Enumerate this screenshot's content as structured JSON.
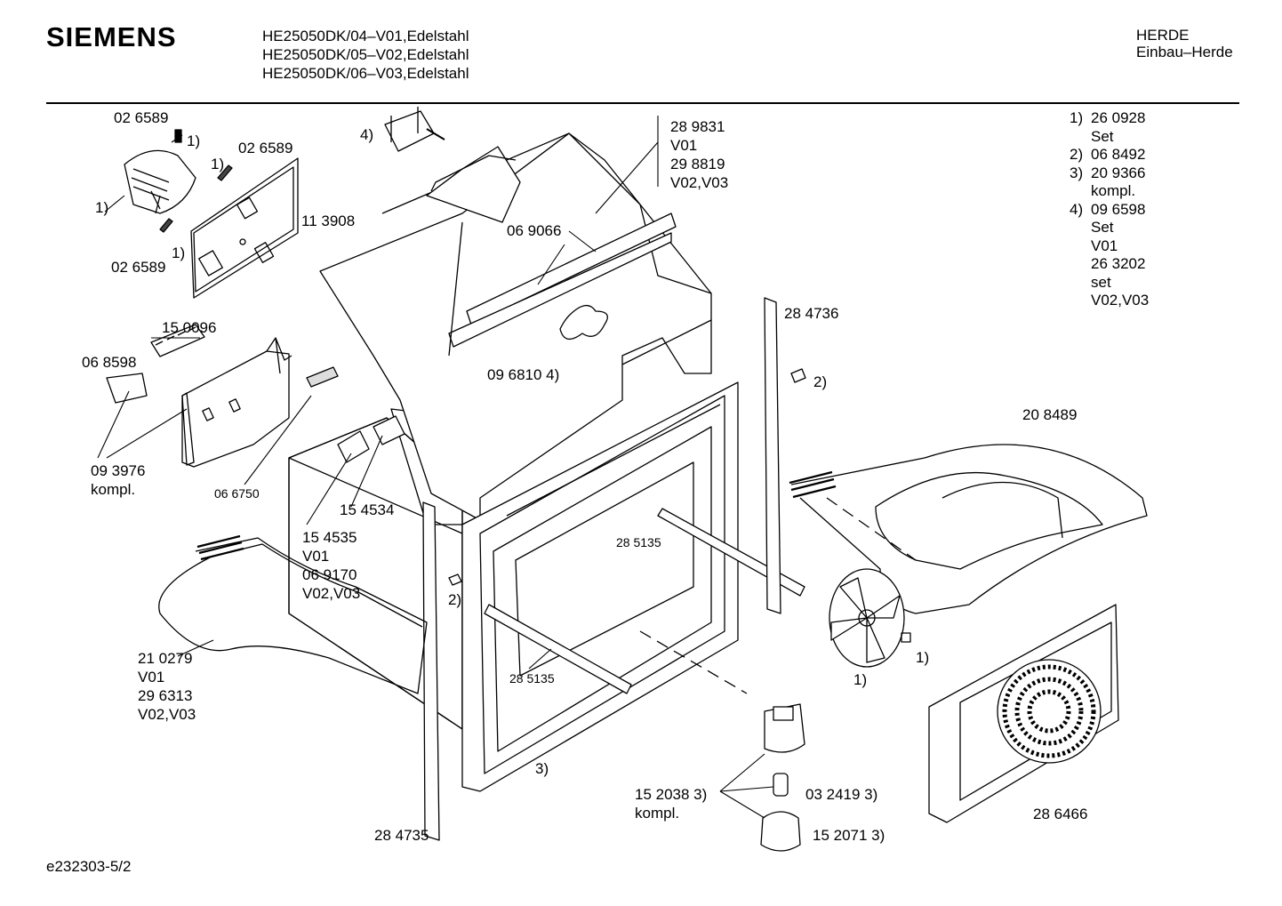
{
  "header": {
    "brand": "SIEMENS",
    "models": [
      "HE25050DK/04–V01,Edelstahl",
      "HE25050DK/05–V02,Edelstahl",
      "HE25050DK/06–V03,Edelstahl"
    ],
    "category": "HERDE",
    "subcategory": "Einbau–Herde"
  },
  "notes": [
    {
      "key": "1)",
      "lines": [
        "26 0928",
        "Set"
      ]
    },
    {
      "key": "2)",
      "lines": [
        "06 8492"
      ]
    },
    {
      "key": "3)",
      "lines": [
        "20 9366",
        "kompl."
      ]
    },
    {
      "key": "4)",
      "lines": [
        "09 6598",
        "Set",
        "V01",
        "26 3202",
        "set",
        "V02,V03"
      ]
    }
  ],
  "labels": {
    "p026589_a": "02 6589",
    "fn1_a": "1)",
    "p026589_b": "02 6589",
    "fn1_b": "1)",
    "fn1_c": "1)",
    "fn1_d": "1)",
    "p026589_c": "02 6589",
    "p113908": "11 3908",
    "fn4_top": "4)",
    "p289831": "28 9831",
    "v01_a": "V01",
    "p298819": "29 8819",
    "v0203_a": "V02,V03",
    "p069066": "06 9066",
    "p150096": "15 0096",
    "p068598": "06 8598",
    "p093976": "09 3976",
    "kompl_a": "kompl.",
    "p066750": "06 6750",
    "p096810": "09 6810 4)",
    "p284736": "28 4736",
    "fn2_a": "2)",
    "p208489": "20 8489",
    "p154534": "15 4534",
    "p154535": "15 4535",
    "v01_b": "V01",
    "p069170": "06 9170",
    "v0203_b": "V02,V03",
    "p285135_a": "28 5135",
    "fn2_b": "2)",
    "fn1_e": "1)",
    "fn1_f": "1)",
    "p210279": "21 0279",
    "v01_c": "V01",
    "p296313": "29 6313",
    "v0203_c": "V02,V03",
    "p285135_b": "28 5135",
    "fn3_a": "3)",
    "p152038": "15 2038 3)",
    "kompl_b": "kompl.",
    "p032419": "03 2419 3)",
    "p152071": "15 2071 3)",
    "p286466": "28 6466",
    "p284735": "28 4735"
  },
  "footer": {
    "code": "e232303-5/2"
  }
}
